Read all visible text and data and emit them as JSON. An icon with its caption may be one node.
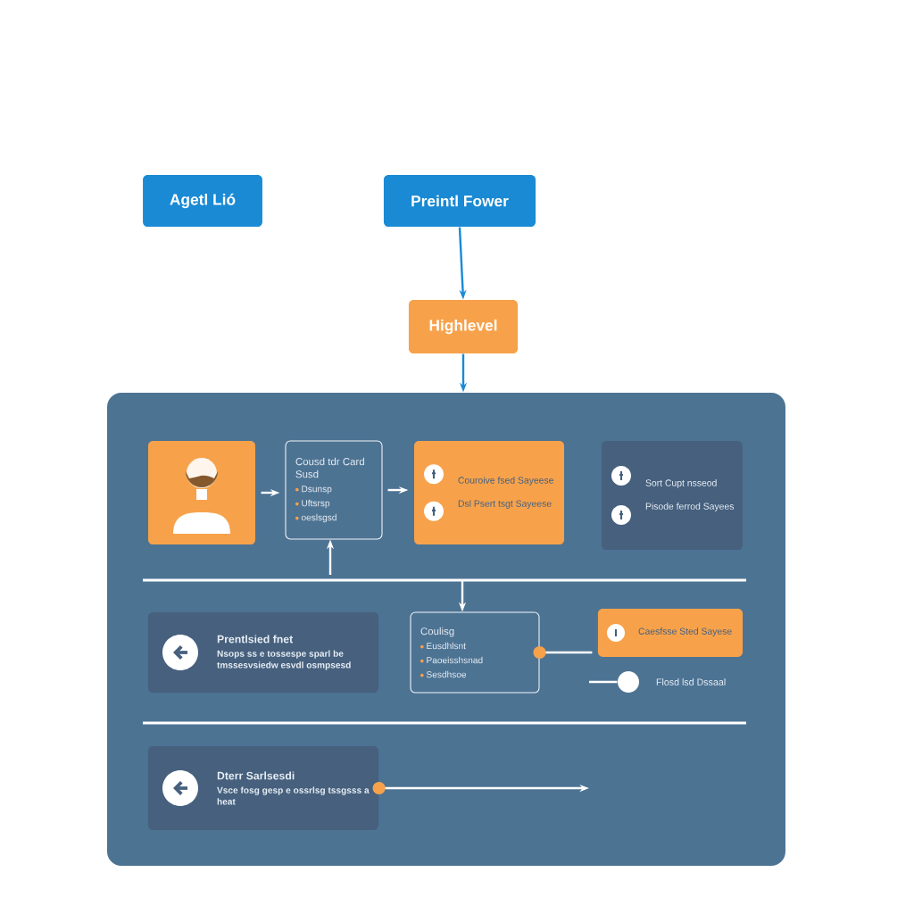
{
  "diagram": {
    "nodes": [
      {
        "text": [
          "Agetl Lió"
        ]
      },
      {
        "text": [
          "Preintl Fower"
        ]
      },
      {
        "text": [
          "Highlevel"
        ]
      },
      {
        "text": [],
        "shape": "box"
      },
      {
        "text": [],
        "shape": "picture",
        "in": 3
      },
      {
        "text": [
          "Cousd tdr Card Susd",
          "Dsunsp",
          "Uftsrsp",
          "oeslsgsd"
        ],
        "in": 3
      },
      {
        "text": [
          "Couroive fsed Sayeese",
          "Dsl Psert tsgt Sayeese"
        ],
        "in": 3
      },
      {
        "text": [
          "Sort Cupt nsseod",
          "Pisode ferrod Sayees"
        ],
        "in": 3
      },
      {
        "text": [
          "Prentlsied fnet",
          "Nsops ss e tossespe sparl be tmssesvsiedw esvdl osmpsesd"
        ],
        "in": 3
      },
      {
        "text": [
          "Coulisg",
          "Eusdhlsnt",
          "Paoeisshsnad",
          "Sesdhsoe"
        ],
        "in": 3
      },
      {
        "text": [
          "Caesfsse Sted Sayese"
        ],
        "in": 3
      },
      {
        "text": [],
        "shape": "circle",
        "in": 3
      },
      {
        "text": [
          "Dterr Sarlsesdi",
          "Vsce fosg gesp e ossrlsg tssgsss a heat"
        ],
        "in": 3
      }
    ],
    "edges": [
      {
        "from": 1,
        "to": 2,
        "arrow": "to",
        "color": "#1a8ad4"
      },
      {
        "from": 2,
        "to": 3,
        "arrow": "to",
        "color": "#1a8ad4"
      },
      {
        "from": 4,
        "to": 5,
        "arrow": "to"
      },
      {
        "from": 5,
        "to": 6,
        "arrow": "to"
      },
      {
        "from": null,
        "to": 5,
        "arrow": "to"
      },
      {
        "from": null,
        "to": 9,
        "arrow": "to"
      },
      {
        "from": 9,
        "to": 10,
        "arrow": "none"
      },
      {
        "from": null,
        "to": 11,
        "arrow": "none"
      },
      {
        "from": 12,
        "to": null,
        "arrow": "to"
      }
    ],
    "labels": [
      "Flosd lsd Dssaal"
    ]
  }
}
